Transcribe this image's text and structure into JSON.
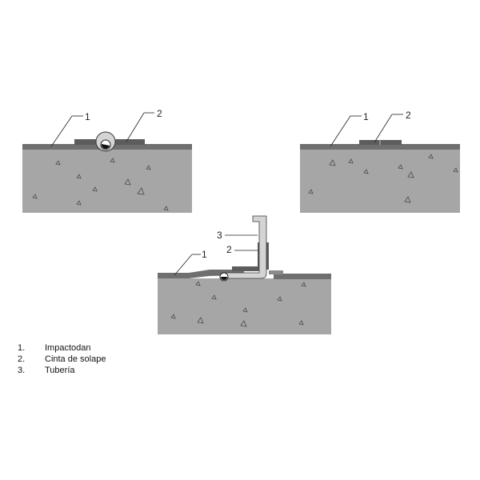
{
  "diagram": {
    "callouts": {
      "top_left": {
        "label_1": "1",
        "label_2": "2"
      },
      "top_right": {
        "label_1": "1",
        "label_2": "2"
      },
      "bottom": {
        "label_3": "3",
        "label_2": "2",
        "label_1": "1"
      }
    },
    "colors": {
      "concrete": "#a6a6a6",
      "membrane": "#6f6f6f",
      "tape": "#5c5c5c",
      "pipe": "#d4d4d4",
      "outline": "#3a3a3a",
      "speck": "#4a4a4a"
    }
  },
  "legend": {
    "items": [
      {
        "number": "1.",
        "label": "Impactodan"
      },
      {
        "number": "2.",
        "label": "Cinta de solape"
      },
      {
        "number": "3.",
        "label": "Tubería"
      }
    ]
  }
}
